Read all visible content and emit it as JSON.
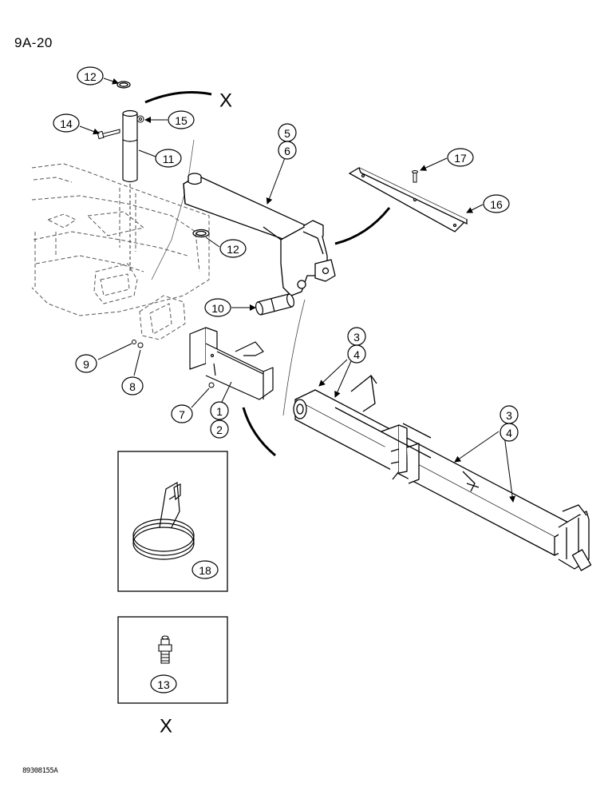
{
  "page": {
    "number": "9A-20",
    "figure_code": "89308155A"
  },
  "callouts": {
    "c1": "1",
    "c2": "2",
    "c3a": "3",
    "c4a": "4",
    "c3b": "3",
    "c4b": "4",
    "c5": "5",
    "c6": "6",
    "c7": "7",
    "c8": "8",
    "c9": "9",
    "c10": "10",
    "c11": "11",
    "c12a": "12",
    "c12b": "12",
    "c13": "13",
    "c14": "14",
    "c15": "15",
    "c16": "16",
    "c17": "17",
    "c18": "18"
  },
  "markers": {
    "x_top": "X",
    "x_bottom": "X"
  },
  "colors": {
    "line": "#000000",
    "ghost": "#555555",
    "background": "#ffffff"
  }
}
